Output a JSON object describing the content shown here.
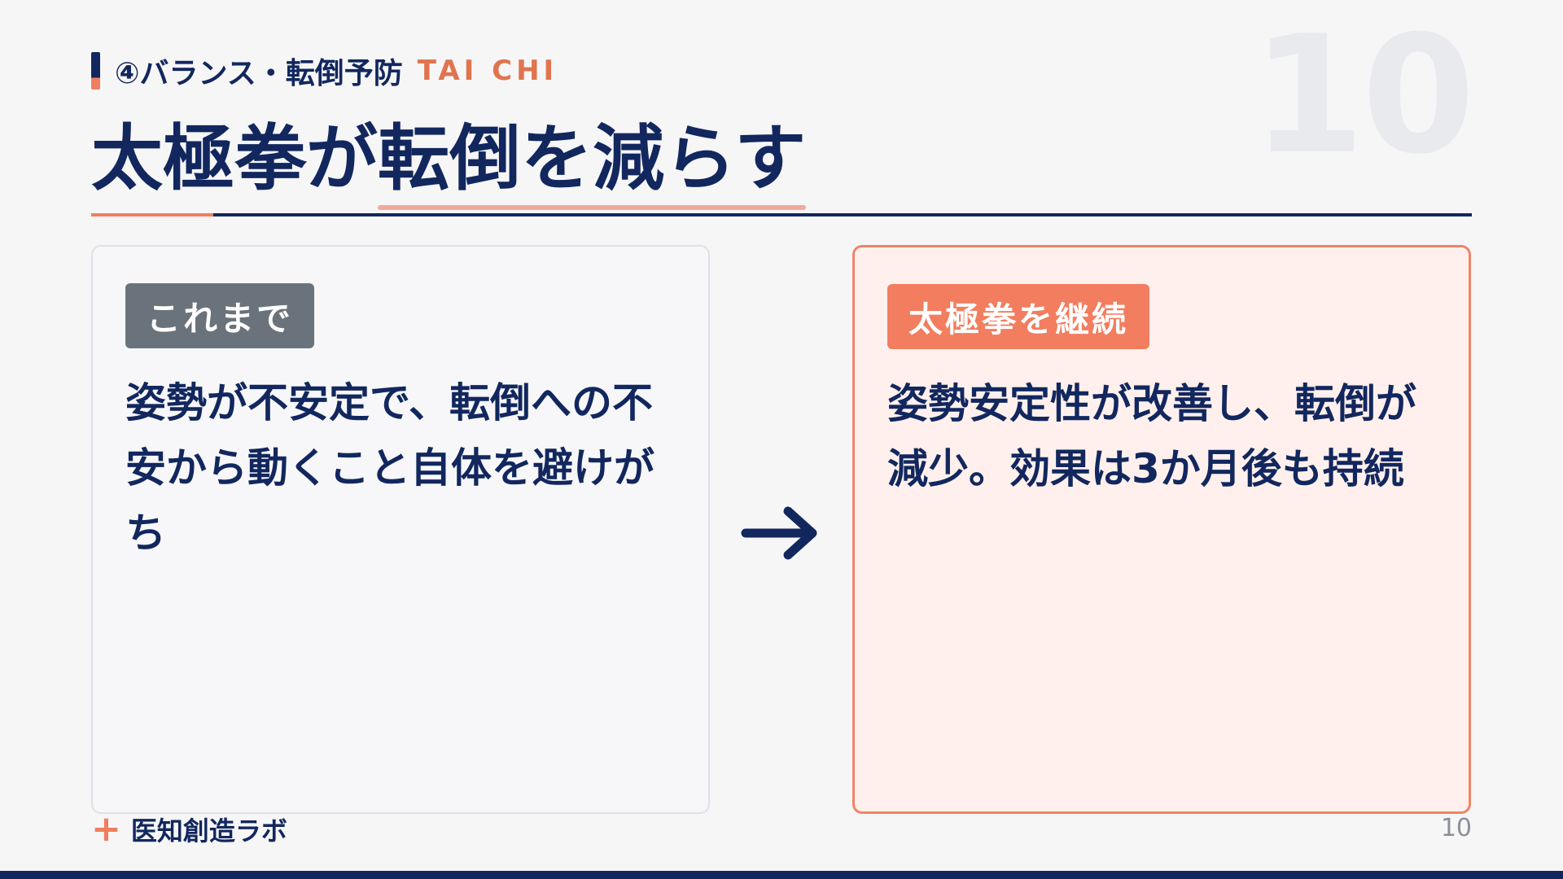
{
  "header": {
    "section_jp": "④バランス・転倒予防",
    "section_en": "TAI CHI",
    "slide_number_large": "10",
    "title_part1": "太極拳が",
    "title_part2": "転倒を減らす"
  },
  "cards": {
    "before": {
      "tag": "これまで",
      "text": "姿勢が不安定で、転倒への不安から動くこと自体を避けがち"
    },
    "after": {
      "tag": "太極拳を継続",
      "text": "姿勢安定性が改善し、転倒が減少。効果は3か月後も持続"
    }
  },
  "footer": {
    "brand": "医知創造ラボ",
    "page_number": "10"
  },
  "colors": {
    "navy": "#12275e",
    "coral": "#f07e5f",
    "gray_tag": "#6a737b"
  }
}
